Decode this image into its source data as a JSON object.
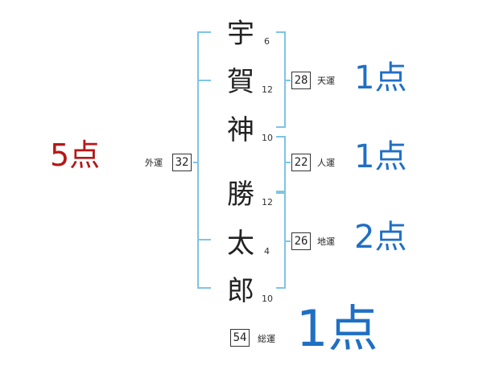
{
  "name_chars": [
    {
      "char": "宇",
      "strokes": "6"
    },
    {
      "char": "賀",
      "strokes": "12"
    },
    {
      "char": "神",
      "strokes": "10"
    },
    {
      "char": "勝",
      "strokes": "12"
    },
    {
      "char": "太",
      "strokes": "4"
    },
    {
      "char": "郎",
      "strokes": "10"
    }
  ],
  "gaiun": {
    "label": "外運",
    "value": "32",
    "score": "5点"
  },
  "tenun": {
    "label": "天運",
    "value": "28",
    "score": "1点"
  },
  "jinun": {
    "label": "人運",
    "value": "22",
    "score": "1点"
  },
  "chiun": {
    "label": "地運",
    "value": "26",
    "score": "2点"
  },
  "souun": {
    "label": "総運",
    "value": "54",
    "score": "1点"
  },
  "colors": {
    "bracket": "#7fc4e6",
    "score_blue": "#1f6fc4",
    "score_red": "#b51818",
    "text": "#222222"
  }
}
